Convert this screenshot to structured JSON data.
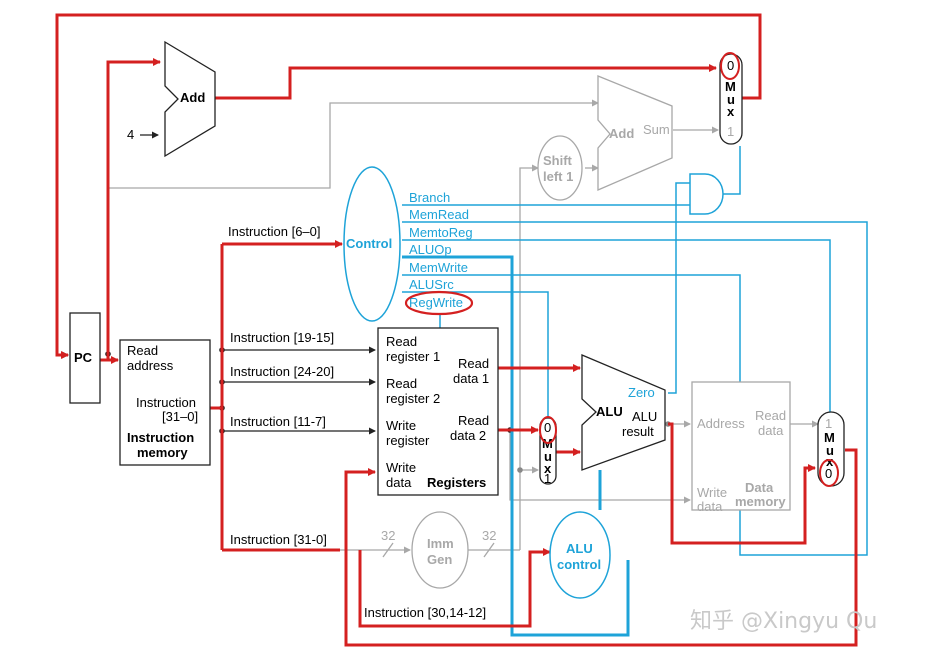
{
  "components": {
    "pc": "PC",
    "add_pc": "Add",
    "const_four": "4",
    "instr_mem": {
      "read_address_1": "Read",
      "read_address_2": "address",
      "instruction_1": "Instruction",
      "instruction_2": "[31–0]",
      "name_1": "Instruction",
      "name_2": "memory"
    },
    "control": "Control",
    "control_signals": [
      "Branch",
      "MemRead",
      "MemtoReg",
      "ALUOp",
      "MemWrite",
      "ALUSrc",
      "RegWrite"
    ],
    "registers": {
      "read_reg1_1": "Read",
      "read_reg1_2": "register 1",
      "read_reg2_1": "Read",
      "read_reg2_2": "register 2",
      "write_reg_1": "Write",
      "write_reg_2": "register",
      "write_data_1": "Write",
      "write_data_2": "data",
      "read_data1_1": "Read",
      "read_data1_2": "data 1",
      "read_data2_1": "Read",
      "read_data2_2": "data 2",
      "name": "Registers"
    },
    "alu": {
      "name": "ALU",
      "zero": "Zero",
      "result_1": "ALU",
      "result_2": "result"
    },
    "alu_control_1": "ALU",
    "alu_control_2": "control",
    "imm_gen_1": "Imm",
    "imm_gen_2": "Gen",
    "imm_in_width": "32",
    "imm_out_width": "32",
    "shift_left_1": "Shift",
    "shift_left_2": "left 1",
    "add_branch": "Add",
    "add_branch_sum": "Sum",
    "data_mem": {
      "address": "Address",
      "read_data_1": "Read",
      "read_data_2": "data",
      "write_data_1": "Write",
      "write_data_2": "data",
      "name_1": "Data",
      "name_2": "memory"
    },
    "mux_letters": [
      "M",
      "u",
      "x"
    ],
    "mux_in0": "0",
    "mux_in1": "1"
  },
  "instruction_fields": {
    "f6_0": "Instruction [6–0]",
    "f19_15": "Instruction [19-15]",
    "f24_20": "Instruction [24-20]",
    "f11_7": "Instruction [11-7]",
    "f31_0": "Instruction [31-0]",
    "f30_14_12": "Instruction [30,14-12]"
  },
  "watermark": "知乎 @Xingyu Qu",
  "colors": {
    "active_path": "#d42020",
    "control_path": "#1ea3d8",
    "inactive": "#a8a8a8",
    "wire": "#222222"
  }
}
